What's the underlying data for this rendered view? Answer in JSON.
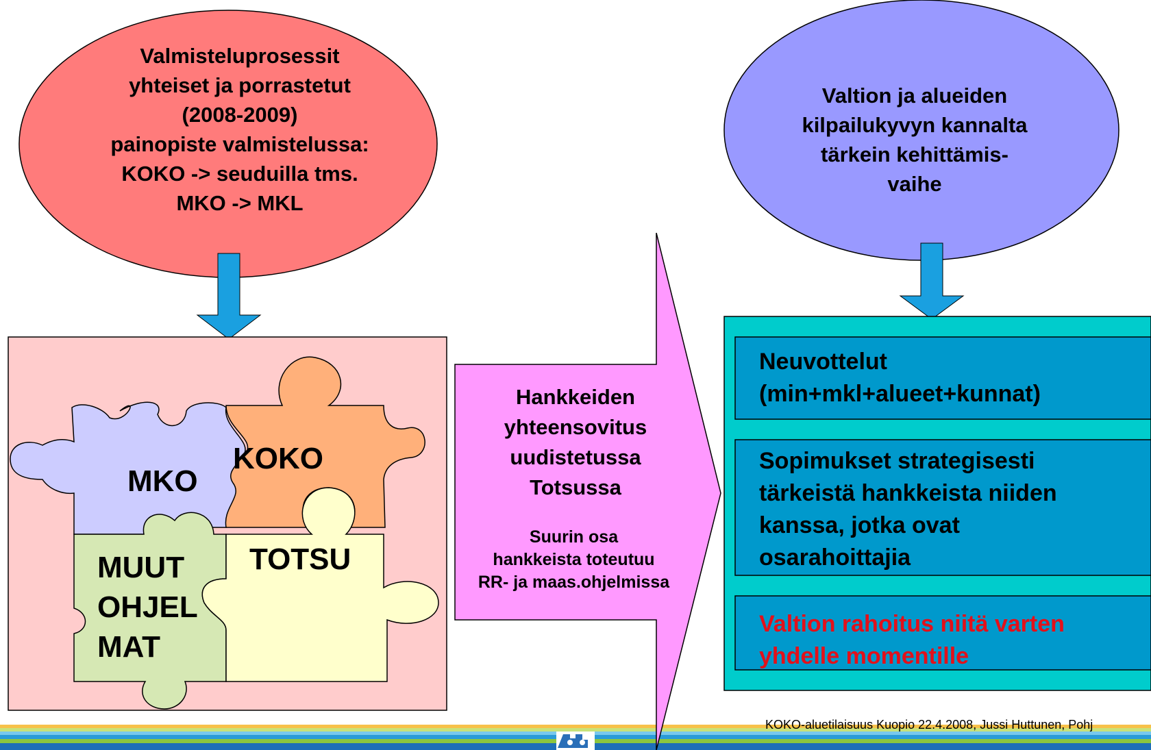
{
  "top_left_ellipse": {
    "lines": [
      "Valmisteluprosessit",
      "yhteiset ja porrastetut",
      "(2008-2009)",
      "painopiste valmistelussa:",
      "KOKO -> seuduilla tms.",
      "MKO -> MKL"
    ],
    "color": "#ff7b7b"
  },
  "top_right_ellipse": {
    "lines": [
      "Valtion ja alueiden",
      "kilpailukyvyn kannalta",
      "tärkein kehittämis-",
      "vaihe"
    ],
    "color": "#9999ff"
  },
  "puzzle": {
    "mko": "MKO",
    "koko": "KOKO",
    "totsu": "TOTSU",
    "muut": "MUUT OHJEL MAT",
    "colors": {
      "background": "#ffcccc",
      "mko": "#ccccff",
      "koko": "#ffb07a",
      "totsu": "#ffffcc",
      "muut": "#d6e8b4"
    }
  },
  "middle_arrow": {
    "title_lines": [
      "Hankkeiden",
      "yhteensovitus",
      "uudistetussa",
      "Totsussa"
    ],
    "sub_lines": [
      "Suurin osa",
      "hankkeista toteutuu",
      "RR- ja maas.ohjelmissa"
    ],
    "color": "#ff99ff"
  },
  "right_panel": {
    "outer_color": "#00cccc",
    "box_color": "#0099cc",
    "box1_lines": [
      "Neuvottelut",
      "(min+mkl+alueet+kunnat)"
    ],
    "box2_lines": [
      "Sopimukset strategisesti",
      "tärkeistä hankkeista niiden",
      "kanssa, jotka ovat",
      "osarahoittajia"
    ],
    "box3_lines": [
      "Valtion rahoitus niitä varten",
      "yhdelle momentille"
    ],
    "box3_color": "#e3101a"
  },
  "footer": {
    "text": "KOKO-aluetilaisuus Kuopio 22.4.2008, Jussi Huttunen, Pohj"
  },
  "arrow_color": "#1aa0e0",
  "icons": {
    "logo": "ministry-logo-icon"
  }
}
